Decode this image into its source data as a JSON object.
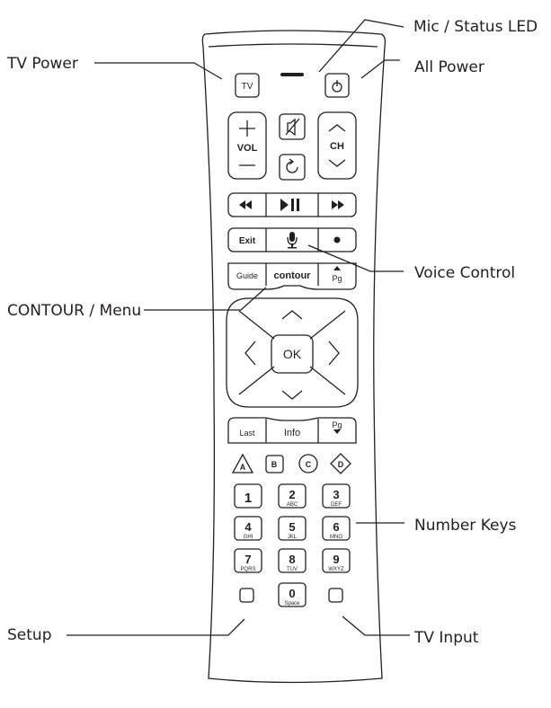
{
  "callouts": {
    "mic_status_led": "Mic /  Status LED",
    "tv_power": "TV Power",
    "all_power": "All Power",
    "voice_control": "Voice Control",
    "contour_menu": "CONTOUR / Menu",
    "number_keys": "Number Keys",
    "setup": "Setup",
    "tv_input": "TV Input"
  },
  "buttons": {
    "tv": "TV",
    "vol": "VOL",
    "ch": "CH",
    "exit": "Exit",
    "guide": "Guide",
    "contour": "contour",
    "pg": "Pg",
    "ok": "OK",
    "last": "Last",
    "info": "Info",
    "pg2": "Pg",
    "a": "A",
    "b": "B",
    "c": "C",
    "d": "D"
  },
  "number_keys": [
    {
      "digit": "1",
      "letters": ""
    },
    {
      "digit": "2",
      "letters": "ABC"
    },
    {
      "digit": "3",
      "letters": "DEF"
    },
    {
      "digit": "4",
      "letters": "GHI"
    },
    {
      "digit": "5",
      "letters": "JKL"
    },
    {
      "digit": "6",
      "letters": "MNO"
    },
    {
      "digit": "7",
      "letters": "PQRS"
    },
    {
      "digit": "8",
      "letters": "TUV"
    },
    {
      "digit": "9",
      "letters": "WXYZ"
    },
    {
      "digit": "0",
      "letters": "Space"
    }
  ],
  "colors": {
    "stroke": "#231f20",
    "background": "#ffffff"
  }
}
